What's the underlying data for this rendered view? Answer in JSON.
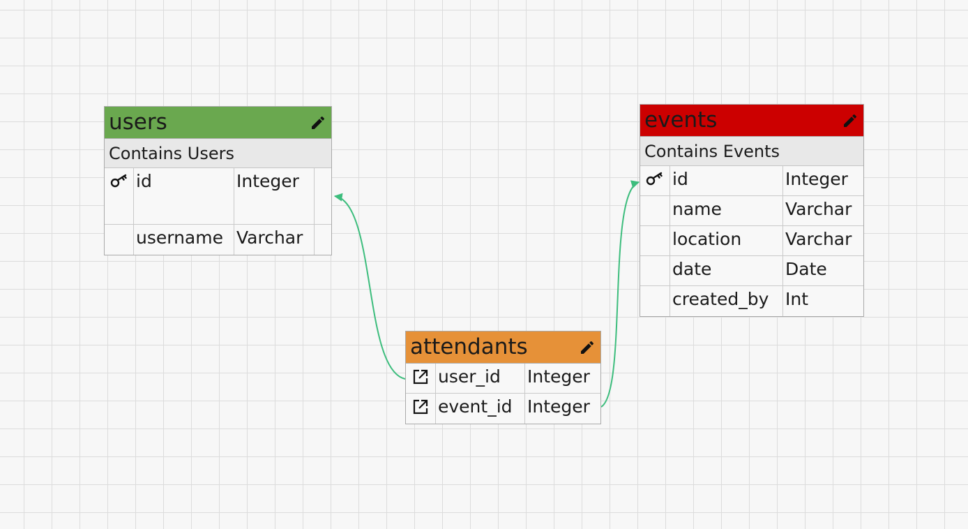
{
  "colors": {
    "users_header": "#6aa84f",
    "events_header": "#cc0000",
    "attendants_header": "#e69138",
    "connector": "#3dbd7d"
  },
  "tables": {
    "users": {
      "name": "users",
      "description": "Contains Users",
      "columns": [
        {
          "icon": "key-icon",
          "name": "id",
          "type": "Integer"
        },
        {
          "icon": "",
          "name": "username",
          "type": "Varchar"
        }
      ]
    },
    "events": {
      "name": "events",
      "description": "Contains Events",
      "columns": [
        {
          "icon": "key-icon",
          "name": "id",
          "type": "Integer"
        },
        {
          "icon": "",
          "name": "name",
          "type": "Varchar"
        },
        {
          "icon": "",
          "name": "location",
          "type": "Varchar"
        },
        {
          "icon": "",
          "name": "date",
          "type": "Date"
        },
        {
          "icon": "",
          "name": "created_by",
          "type": "Int"
        }
      ]
    },
    "attendants": {
      "name": "attendants",
      "columns": [
        {
          "icon": "external-link-icon",
          "name": "user_id",
          "type": "Integer"
        },
        {
          "icon": "external-link-icon",
          "name": "event_id",
          "type": "Integer"
        }
      ]
    }
  },
  "relations": [
    {
      "from": "attendants.user_id",
      "to": "users.id"
    },
    {
      "from": "attendants.event_id",
      "to": "events.id"
    }
  ]
}
